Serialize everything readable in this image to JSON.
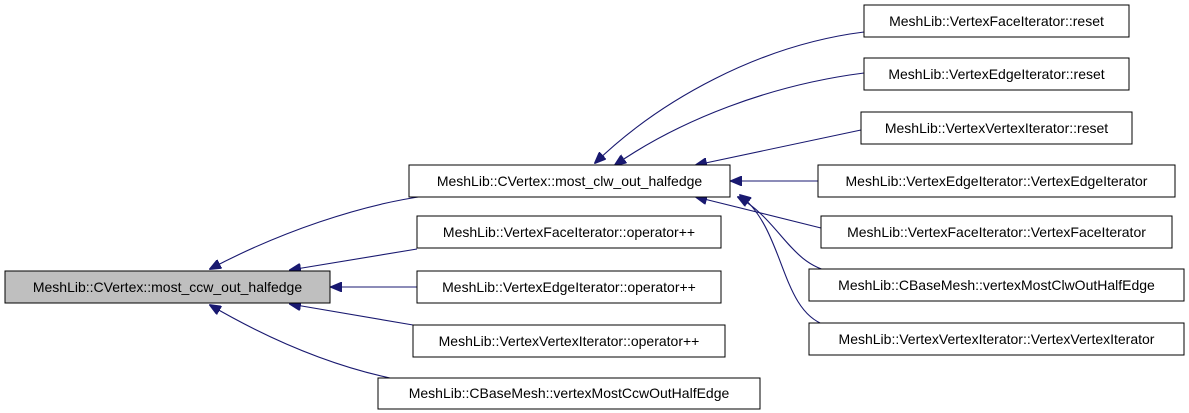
{
  "colors": {
    "edge": "#191970",
    "root_fill": "#bfbfbf",
    "node_fill": "#ffffff",
    "node_border": "#000000"
  },
  "nodes": {
    "n0": {
      "label": "MeshLib::CVertex::most_ccw_out_halfedge"
    },
    "n1": {
      "label": "MeshLib::CVertex::most_clw_out_halfedge"
    },
    "n2": {
      "label": "MeshLib::VertexFaceIterator::operator++"
    },
    "n3": {
      "label": "MeshLib::VertexEdgeIterator::operator++"
    },
    "n4": {
      "label": "MeshLib::VertexVertexIterator::operator++"
    },
    "n5": {
      "label": "MeshLib::CBaseMesh::vertexMostCcwOutHalfEdge"
    },
    "n6": {
      "label": "MeshLib::VertexFaceIterator::reset"
    },
    "n7": {
      "label": "MeshLib::VertexEdgeIterator::reset"
    },
    "n8": {
      "label": "MeshLib::VertexVertexIterator::reset"
    },
    "n9": {
      "label": "MeshLib::VertexEdgeIterator::VertexEdgeIterator"
    },
    "n10": {
      "label": "MeshLib::VertexFaceIterator::VertexFaceIterator"
    },
    "n11": {
      "label": "MeshLib::CBaseMesh::vertexMostClwOutHalfEdge"
    },
    "n12": {
      "label": "MeshLib::VertexVertexIterator::VertexVertexIterator"
    }
  },
  "edges": [
    {
      "from": "n1",
      "to": "n0"
    },
    {
      "from": "n2",
      "to": "n0"
    },
    {
      "from": "n3",
      "to": "n0"
    },
    {
      "from": "n4",
      "to": "n0"
    },
    {
      "from": "n5",
      "to": "n0"
    },
    {
      "from": "n6",
      "to": "n1"
    },
    {
      "from": "n7",
      "to": "n1"
    },
    {
      "from": "n8",
      "to": "n1"
    },
    {
      "from": "n9",
      "to": "n1"
    },
    {
      "from": "n10",
      "to": "n1"
    },
    {
      "from": "n11",
      "to": "n1"
    },
    {
      "from": "n12",
      "to": "n1"
    }
  ]
}
